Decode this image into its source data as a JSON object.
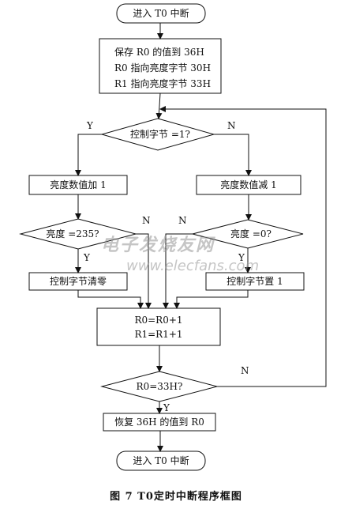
{
  "nodes": {
    "start": "进入 T0 中断",
    "save": [
      "保存 R0 的值到 36H",
      "R0 指向亮度字节 30H",
      "R1 指向亮度字节 33H"
    ],
    "check_ctrl": "控制字节 =1?",
    "inc": "亮度数值加 1",
    "dec": "亮度数值减 1",
    "check_235": "亮度 =235?",
    "check_0": "亮度 =0?",
    "clear_ctrl": "控制字节清零",
    "set_ctrl": "控制字节置 1",
    "ptr_inc": [
      "R0=R0+1",
      "R1=R1+1"
    ],
    "check_33h": "R0=33H?",
    "restore": "恢复 36H 的值到 R0",
    "end": "进入 T0 中断"
  },
  "edge_labels": {
    "ctrl_yes": "Y",
    "ctrl_no": "N",
    "b235_no": "N",
    "b235_yes": "Y",
    "b0_no": "N",
    "b0_yes": "Y",
    "r0_no": "N",
    "r0_yes": "Y"
  },
  "caption": "图 7    T0定时中断程序框图",
  "watermark": {
    "brand": "电子发烧友网",
    "url": "www.elecfans.com"
  }
}
